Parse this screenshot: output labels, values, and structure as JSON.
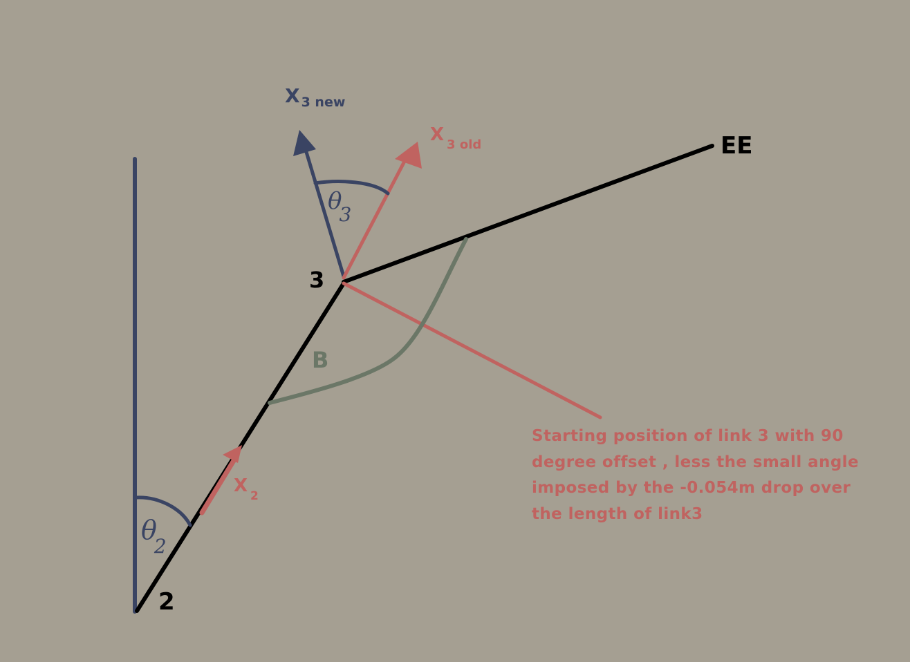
{
  "colors": {
    "background": "#a59f92",
    "link": "#000000",
    "frame_new": "#3a4463",
    "frame_old": "#c06360",
    "angle_b": "#6b7767"
  },
  "labels": {
    "joint2": "2",
    "joint3": "3",
    "end_effector": "EE",
    "x3_new_main": "X",
    "x3_new_sub": "3 new",
    "x3_old_main": "X",
    "x3_old_sub": "3 old",
    "x2_main": "X",
    "x2_sub": "2",
    "theta2_main": "θ",
    "theta2_sub": "2",
    "theta3_main": "θ",
    "theta3_sub": "3",
    "angle_b": "B"
  },
  "annotation": {
    "lines": [
      "Starting position of link 3 with 90",
      "degree offset , less the small angle",
      "imposed by the -0.054m drop over",
      "the length of link3"
    ]
  }
}
